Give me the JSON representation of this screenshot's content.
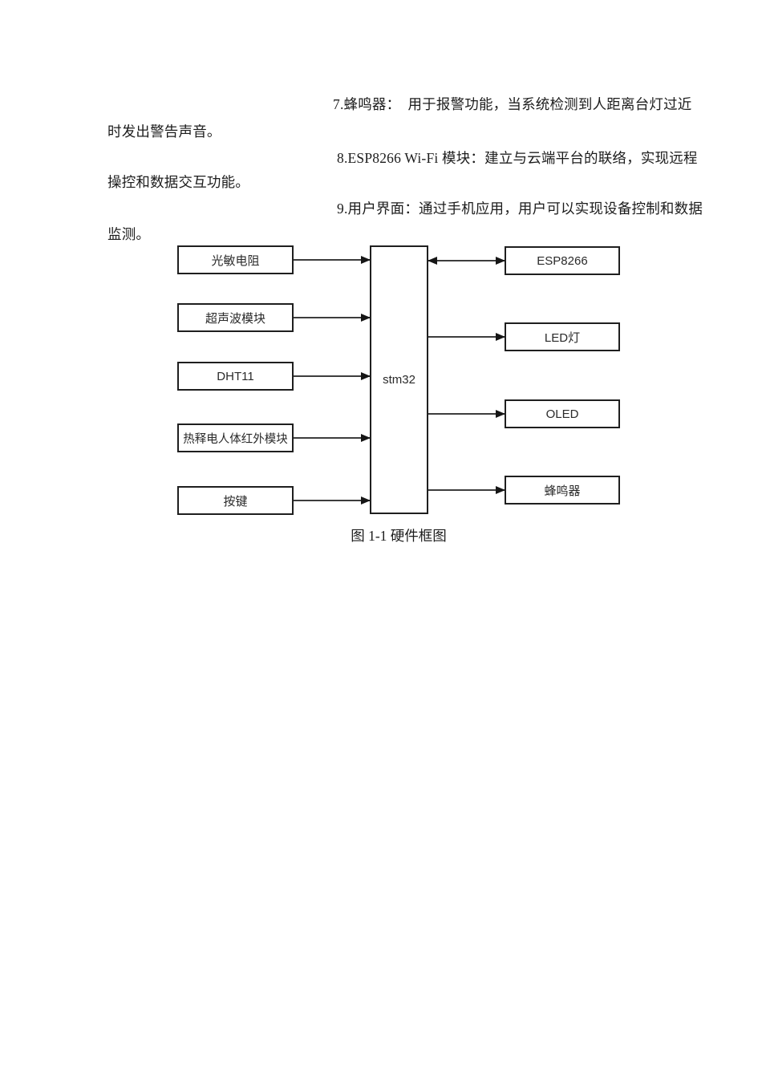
{
  "page": {
    "background": "#ffffff"
  },
  "text_block": {
    "lines": [
      {
        "id": "p7-line1",
        "text": "7.蜂鸣器：  用于报警功能，当系统检测到人距离台灯过近"
      },
      {
        "id": "p7-line2",
        "text": "时发出警告声音。"
      },
      {
        "id": "p8-line1",
        "text": "8.ESP8266 Wi-Fi 模块：建立与云端平台的联络，实现远程"
      },
      {
        "id": "p8-line2",
        "text": "操控和数据交互功能。"
      },
      {
        "id": "p9-line1",
        "text": "9.用户界面：通过手机应用，用户可以实现设备控制和数据"
      },
      {
        "id": "p9-line2",
        "text": "监测。"
      }
    ]
  },
  "diagram": {
    "type": "block-diagram",
    "caption": "图 1-1 硬件框图",
    "colors": {
      "box_border": "#1f1f1f",
      "edge_line": "#3d3d3d",
      "arrowhead": "#161616",
      "background": "#ffffff"
    },
    "nodes": [
      {
        "id": "photoresistor",
        "label": "光敏电阻",
        "side": "left"
      },
      {
        "id": "ultrasonic",
        "label": "超声波模块",
        "side": "left"
      },
      {
        "id": "dht11",
        "label": "DHT11",
        "side": "left"
      },
      {
        "id": "pir",
        "label": "热释电人体红外模块",
        "side": "left"
      },
      {
        "id": "button",
        "label": "按键",
        "side": "left"
      },
      {
        "id": "stm32",
        "label": "stm32",
        "side": "center"
      },
      {
        "id": "esp8266",
        "label": "ESP8266",
        "side": "right"
      },
      {
        "id": "led",
        "label": "LED灯",
        "side": "right"
      },
      {
        "id": "oled",
        "label": "OLED",
        "side": "right"
      },
      {
        "id": "buzzer",
        "label": "蜂鸣器",
        "side": "right"
      }
    ],
    "edges": [
      {
        "from": "photoresistor",
        "to": "stm32",
        "dir": "forward"
      },
      {
        "from": "stm32",
        "to": "esp8266",
        "dir": "both"
      },
      {
        "from": "ultrasonic",
        "to": "stm32",
        "dir": "forward"
      },
      {
        "from": "stm32",
        "to": "led",
        "dir": "forward"
      },
      {
        "from": "dht11",
        "to": "stm32",
        "dir": "forward"
      },
      {
        "from": "stm32",
        "to": "oled",
        "dir": "forward"
      },
      {
        "from": "pir",
        "to": "stm32",
        "dir": "forward"
      },
      {
        "from": "stm32",
        "to": "buzzer",
        "dir": "forward"
      },
      {
        "from": "button",
        "to": "stm32",
        "dir": "forward"
      }
    ]
  }
}
